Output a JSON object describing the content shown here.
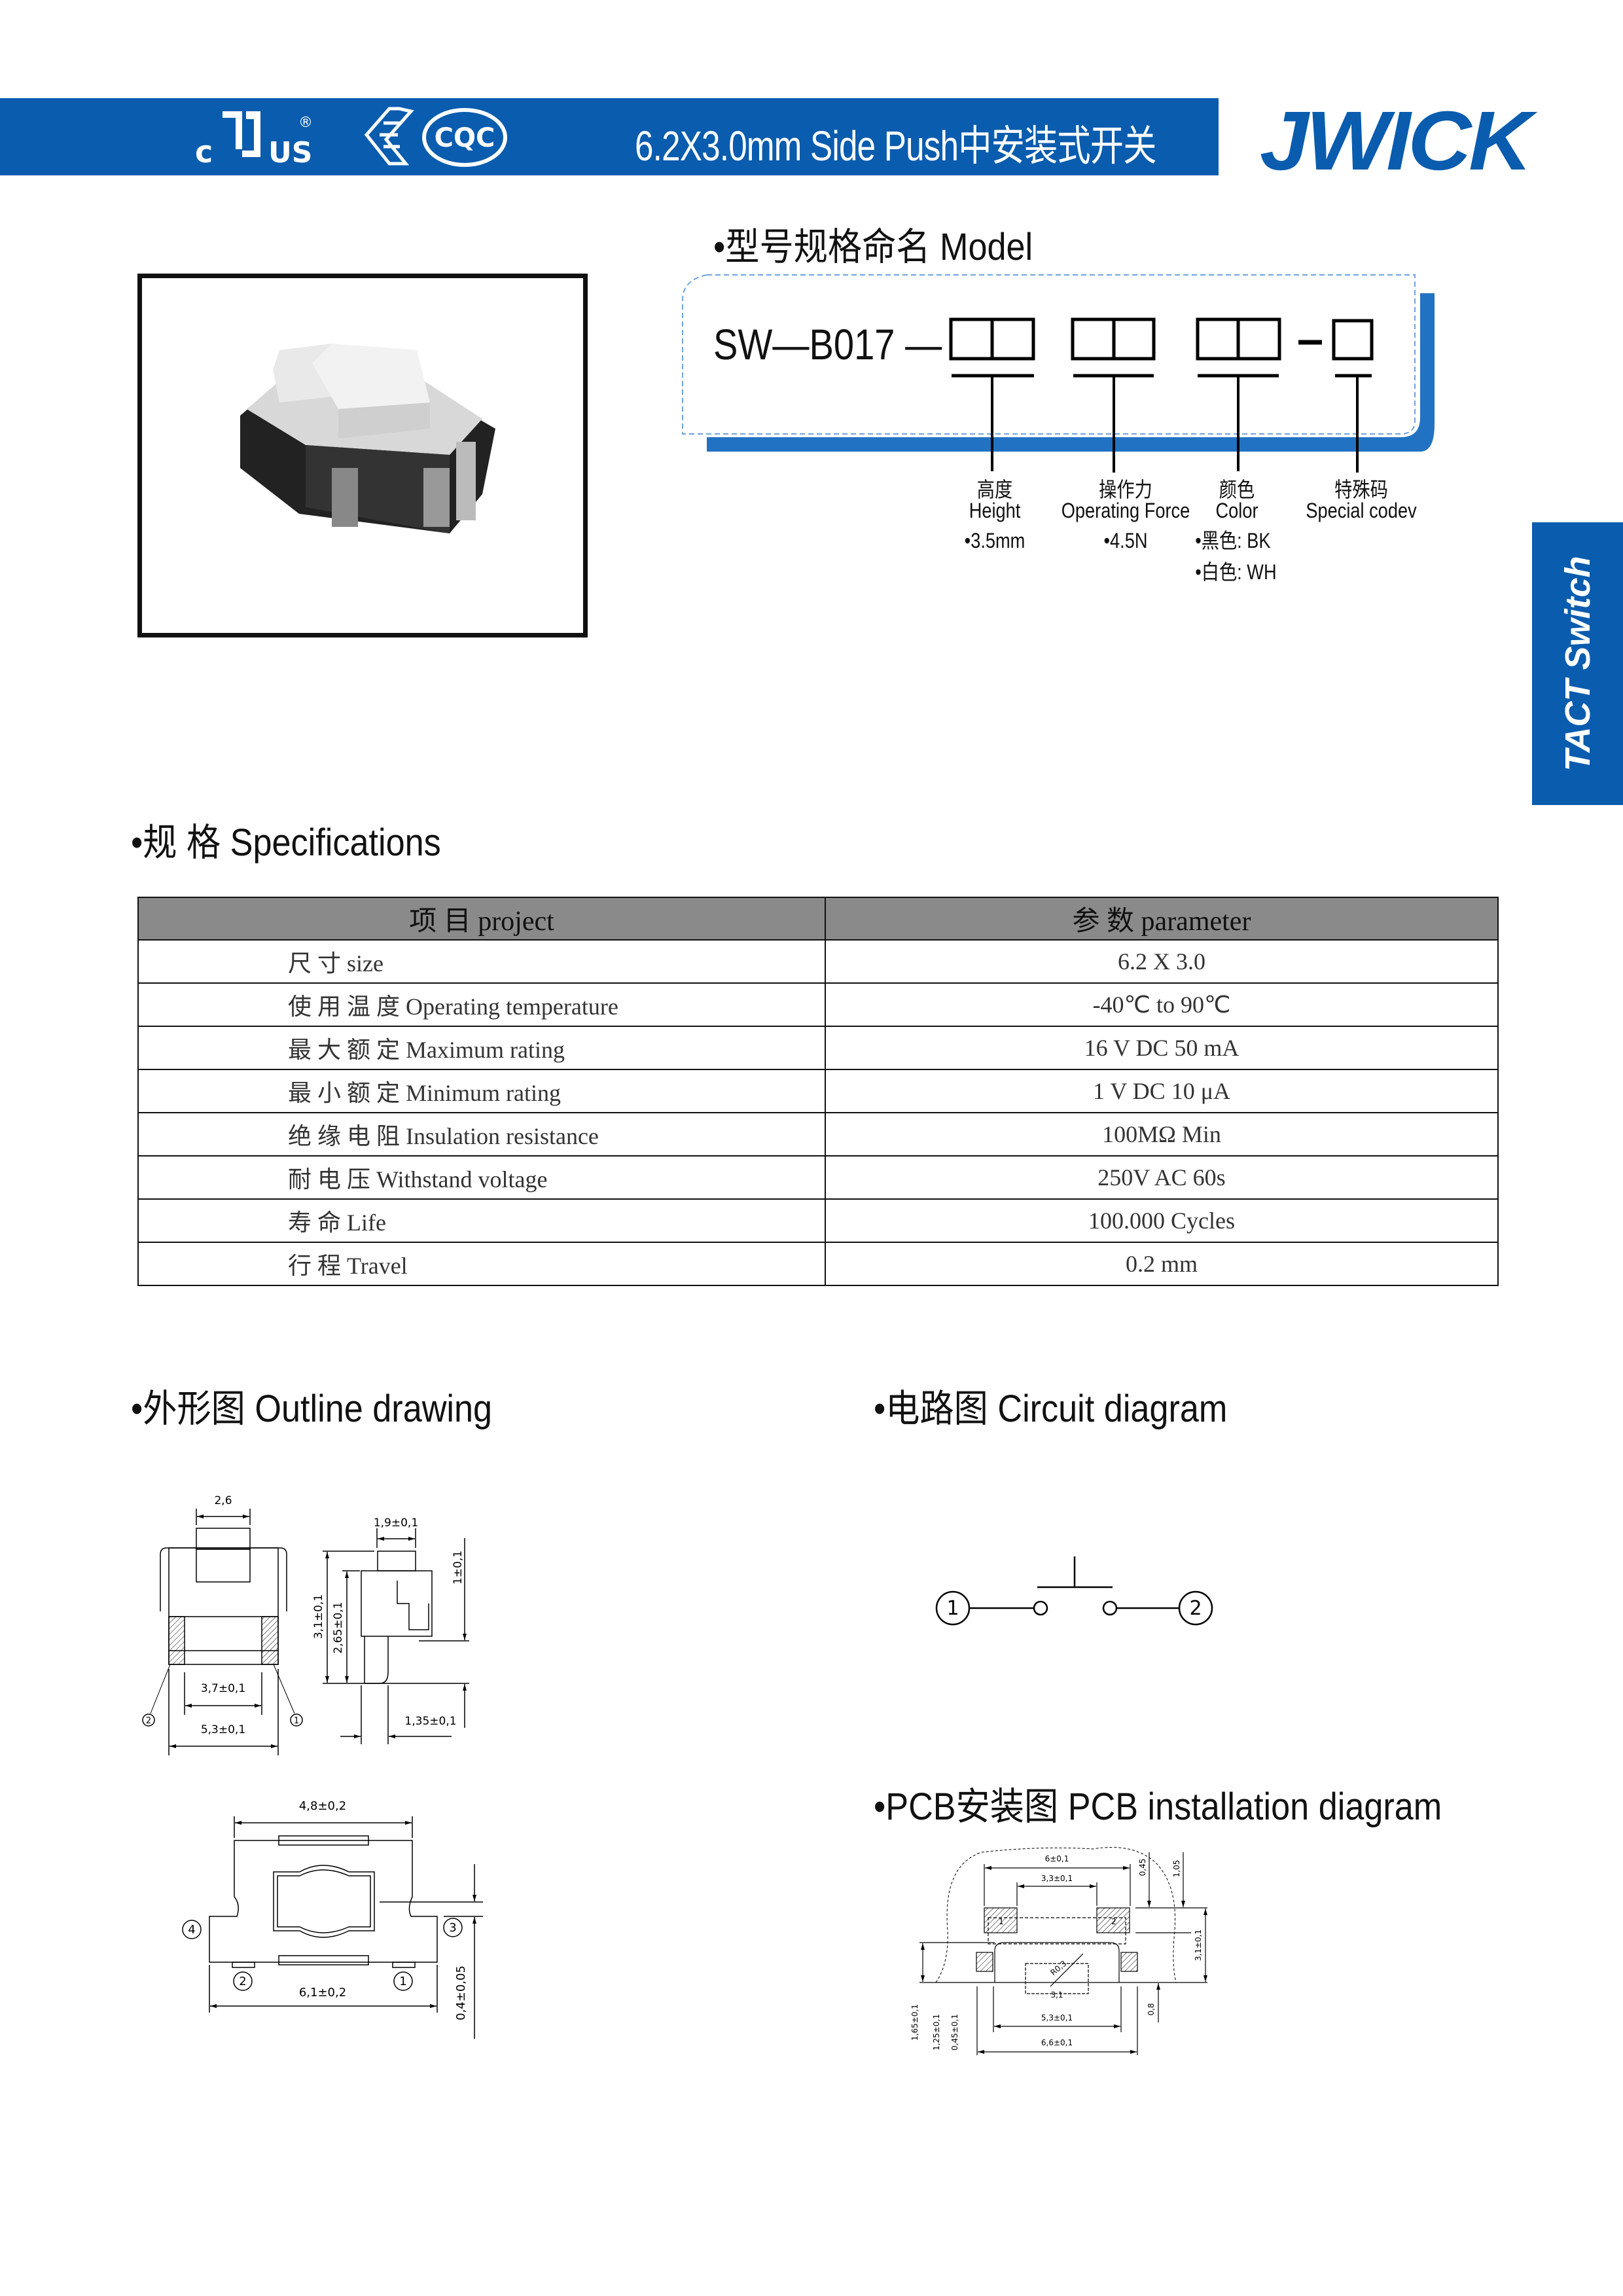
{
  "header": {
    "logos": {
      "ul_c": "c",
      "ul_us": "US",
      "ul_reg": "®",
      "cqc": "CQC",
      "enec": "ENEC"
    },
    "title": "6.2X3.0mm Side Push中安装式开关",
    "brand": "JWICK"
  },
  "side_tab": "TACT Switch",
  "model": {
    "title": "•型号规格命名 Model",
    "prefix": "SW—B017 —",
    "dash": "—",
    "fields": [
      {
        "cn": "高度",
        "en": "Height",
        "values": [
          "•3.5mm"
        ]
      },
      {
        "cn": "操作力",
        "en": "Operating Force",
        "values": [
          "•4.5N"
        ]
      },
      {
        "cn": "颜色",
        "en": "Color",
        "values": [
          "•黑色: BK",
          "•白色: WH"
        ]
      },
      {
        "cn": "特殊码",
        "en": "Special codev",
        "values": []
      }
    ]
  },
  "specs": {
    "title": "•规 格 Specifications",
    "headers": [
      "项  目 project",
      "参  数 parameter"
    ],
    "rows": [
      [
        "尺  寸 size",
        "6.2 X 3.0"
      ],
      [
        "使 用 温 度 Operating temperature",
        "-40℃  to  90℃"
      ],
      [
        "最 大 额 定 Maximum rating",
        "16 V DC 50 mA"
      ],
      [
        "最 小 额 定 Minimum rating",
        "1 V DC 10 μA"
      ],
      [
        "绝 缘 电 阻 Insulation resistance",
        "100MΩ  Min"
      ],
      [
        "耐 电 压 Withstand voltage",
        "250V AC 60s"
      ],
      [
        "寿 命 Life",
        "100.000 Cycles"
      ],
      [
        "行 程 Travel",
        "0.2 mm"
      ]
    ]
  },
  "outline": {
    "title": "•外形图 Outline drawing",
    "front": {
      "d1": "2,6",
      "d2": "3,7±0,1",
      "d3": "5,3±0,1",
      "p1": "1",
      "p2": "2"
    },
    "side": {
      "d1": "1,9±0,1",
      "d2": "3,1±0,1",
      "d3": "2,65±0,1",
      "d4": "1±0,1",
      "d5": "1,35±0,1"
    },
    "bottom": {
      "d1": "4,8±0,2",
      "d2": "6,1±0,2",
      "d3": "0,4±0,05",
      "p1": "1",
      "p2": "2",
      "p3": "3",
      "p4": "4"
    }
  },
  "circuit": {
    "title": "•电路图 Circuit diagram",
    "p1": "1",
    "p2": "2"
  },
  "pcb": {
    "title": "•PCB安装图 PCB installation diagram",
    "dims": {
      "a": "6±0,1",
      "b": "3,3±0,1",
      "c": "0,45",
      "d": "1,05",
      "e": "3,1±0,1",
      "f": "R0,3",
      "g": "3,1",
      "h": "5,3±0,1",
      "i": "6,6±0,1",
      "j": "0,8",
      "k": "1,65±0,1",
      "l": "1,25±0,1",
      "m": "0,45±0,1"
    },
    "pads": [
      "1",
      "2"
    ]
  }
}
